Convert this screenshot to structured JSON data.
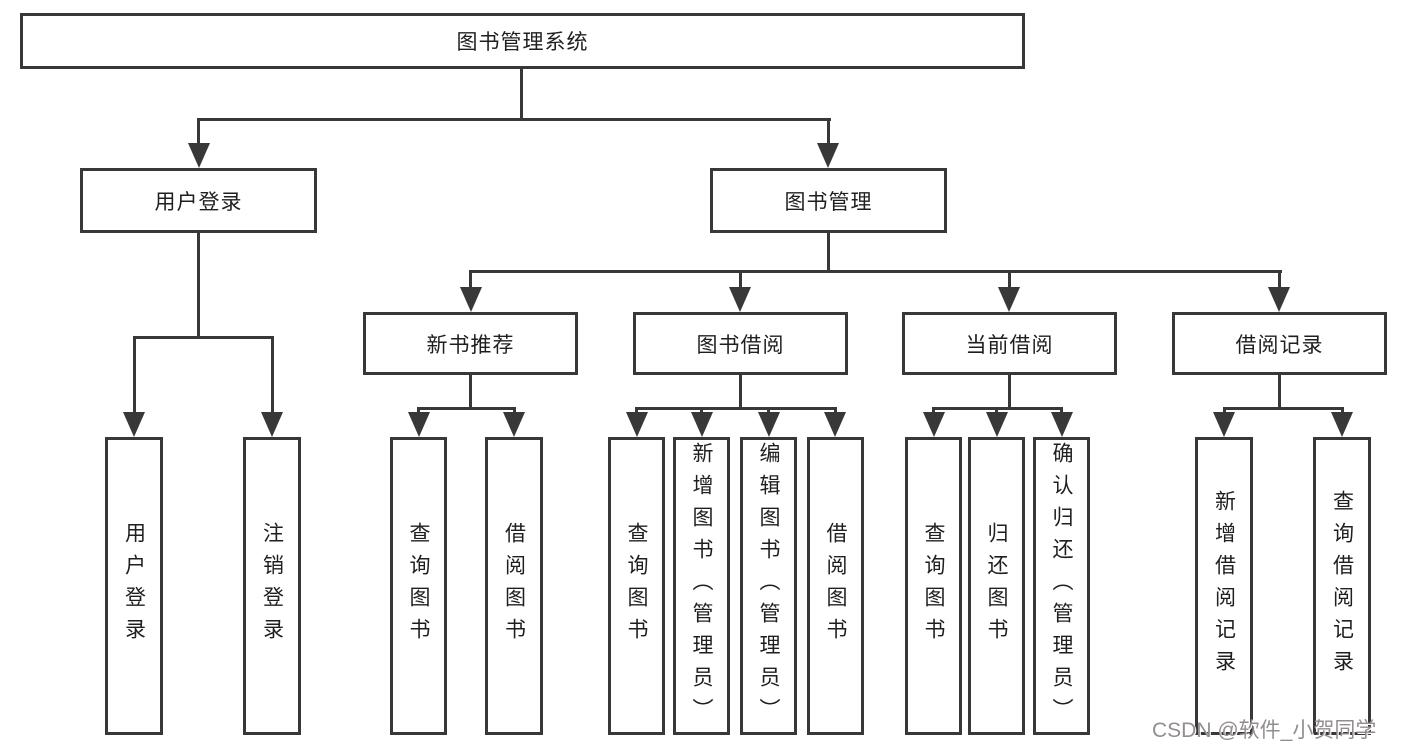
{
  "diagram": {
    "title": "图书管理系统",
    "root": {
      "label": "图书管理系统"
    },
    "branches": [
      {
        "label": "用户登录",
        "children": [
          {
            "label": "用户登录"
          },
          {
            "label": "注销登录"
          }
        ]
      },
      {
        "label": "图书管理",
        "groups": [
          {
            "label": "新书推荐",
            "children": [
              {
                "label": "查询图书"
              },
              {
                "label": "借阅图书"
              }
            ]
          },
          {
            "label": "图书借阅",
            "children": [
              {
                "label": "查询图书"
              },
              {
                "label": "新增图书（管理员）"
              },
              {
                "label": "编辑图书（管理员）"
              },
              {
                "label": "借阅图书"
              }
            ]
          },
          {
            "label": "当前借阅",
            "children": [
              {
                "label": "查询图书"
              },
              {
                "label": "归还图书"
              },
              {
                "label": "确认归还（管理员）"
              }
            ]
          },
          {
            "label": "借阅记录",
            "children": [
              {
                "label": "新增借阅记录"
              },
              {
                "label": "查询借阅记录"
              }
            ]
          }
        ]
      }
    ]
  },
  "watermark": {
    "text": "CSDN @软件_小贺同学"
  },
  "colors": {
    "line": "#383838",
    "text": "#1f1f1f",
    "background": "#ffffff",
    "watermark": "#938e8e"
  }
}
